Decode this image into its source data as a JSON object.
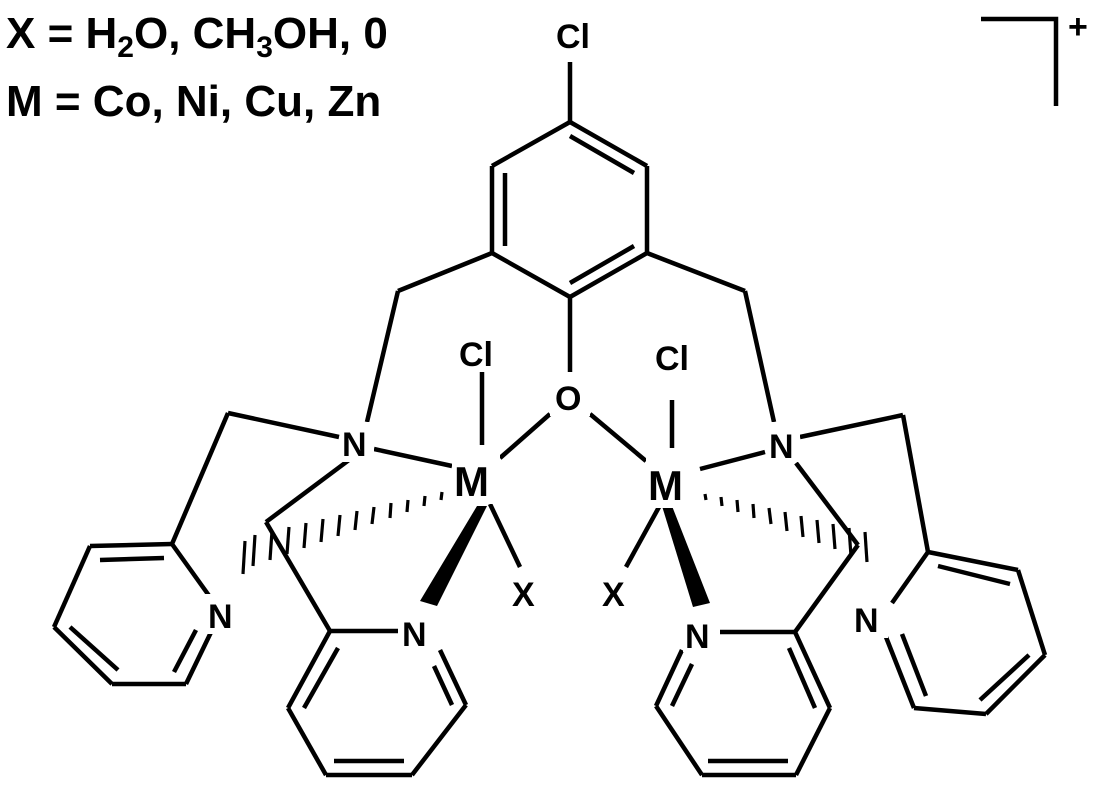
{
  "legend": {
    "x_line": {
      "prefix": "X = H",
      "sub1": "2",
      "mid": "O, CH",
      "sub2": "3",
      "suffix": "OH, 0"
    },
    "m_line": "M = Co, Ni, Cu, Zn"
  },
  "charge": "+",
  "atoms": {
    "top_cl": "Cl",
    "phenoxo_o": "O",
    "left_metal": "M",
    "right_metal": "M",
    "left_apical_cl": "Cl",
    "right_apical_cl": "Cl",
    "left_amine_n": "N",
    "right_amine_n": "N",
    "left_x": "X",
    "right_x": "X",
    "left_outer_pyridine_n": "N",
    "left_inner_pyridine_n": "N",
    "right_inner_pyridine_n": "N",
    "right_outer_pyridine_n": "N"
  }
}
